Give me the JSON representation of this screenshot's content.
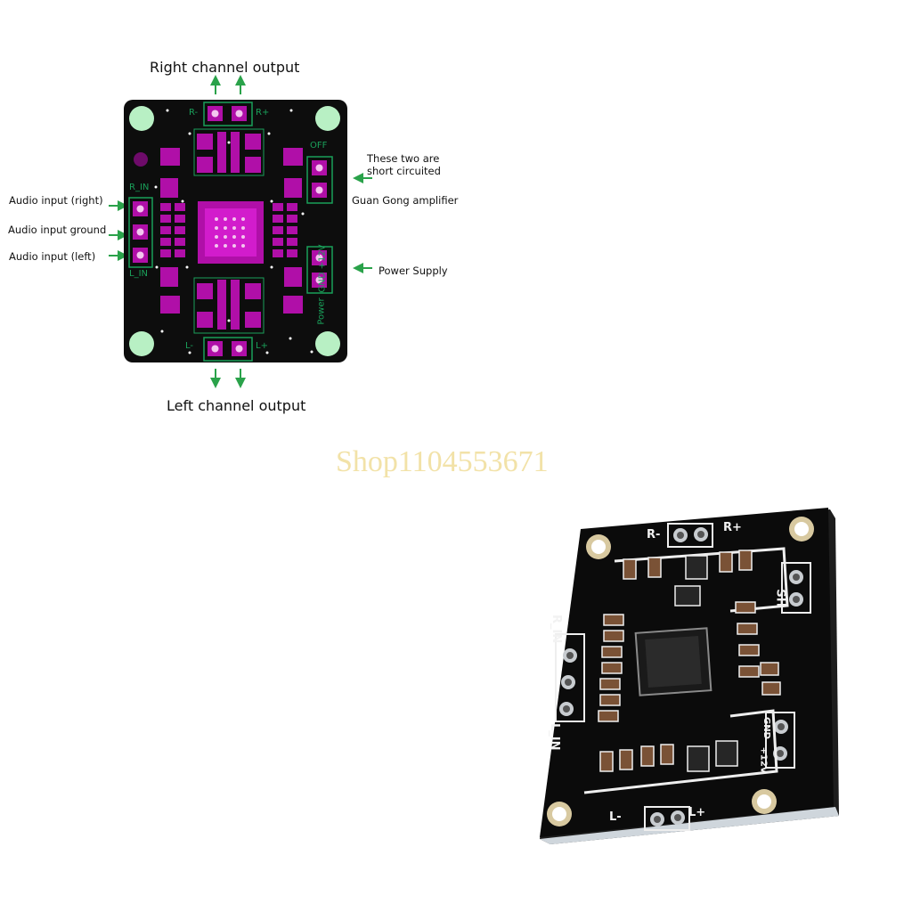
{
  "diagram": {
    "title_top": "Right channel output",
    "title_bottom": "Left channel output",
    "notes": {
      "short": [
        "These two are",
        "short circuited"
      ],
      "amp": "Guan Gong amplifier",
      "power": "Power Supply",
      "input_right": "Audio input (right)",
      "input_ground": "Audio input ground",
      "input_left": "Audio input (left)"
    },
    "silk": {
      "r_minus": "R-",
      "r_plus": "R+",
      "off": "OFF",
      "r_in": "R_IN",
      "l_in": "L_IN",
      "l_minus": "L-",
      "l_plus": "L+",
      "gnd12v": "GND +12V",
      "power": "Power"
    },
    "colors": {
      "board": "#0d0d0d",
      "pad": "#b00fa8",
      "arrow": "#2aa24a",
      "silk": "#1aa05a"
    }
  },
  "watermark": "Shop1104553671",
  "photo": {
    "silk": {
      "r_minus": "R-",
      "r_plus": "R+",
      "r_in": "R_IN",
      "l_in": "L_IN",
      "l_minus": "L-",
      "l_plus": "L+",
      "sh": "SH",
      "gnd": "GND",
      "v12": "+12V"
    }
  }
}
